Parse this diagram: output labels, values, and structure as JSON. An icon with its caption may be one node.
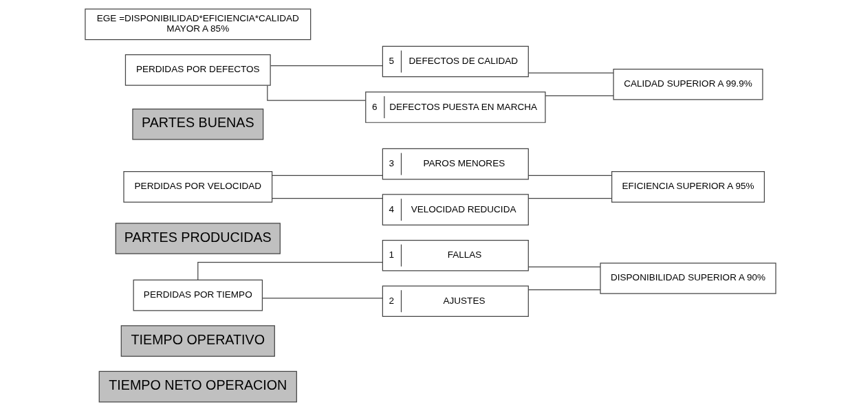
{
  "diagram": {
    "nodes": [
      {
        "text": [
          "TIEMPO NETO OPERACION"
        ]
      },
      {
        "text": [
          "TIEMPO OPERATIVO"
        ]
      },
      {
        "text": [
          "PERDIDAS POR TIEMPO"
        ]
      },
      {
        "text": [
          "PARTES PRODUCIDAS"
        ]
      },
      {
        "text": [
          "PERDIDAS POR VELOCIDAD"
        ]
      },
      {
        "text": [
          "PARTES BUENAS"
        ]
      },
      {
        "text": [
          "PERDIDAS POR DEFECTOS"
        ]
      },
      {
        "text": [
          "1",
          "FALLAS"
        ]
      },
      {
        "text": [
          "2",
          "AJUSTES"
        ]
      },
      {
        "text": [
          "3",
          "PAROS MENORES"
        ]
      },
      {
        "text": [
          "4",
          "VELOCIDAD REDUCIDA"
        ]
      },
      {
        "text": [
          "5",
          "DEFECTOS DE CALIDAD"
        ]
      },
      {
        "text": [
          "6",
          "DEFECTOS PUESTA EN MARCHA"
        ]
      },
      {
        "text": [
          "DISPONIBILIDAD SUPERIOR A 90%"
        ]
      },
      {
        "text": [
          "EFICIENCIA SUPERIOR A 95%"
        ]
      },
      {
        "text": [
          "CALIDAD SUPERIOR A 99.9%"
        ]
      },
      {
        "text": [
          "EGE =DISPONIBILIDAD*EFICIENCIA*CALIDAD",
          "MAYOR A 85%"
        ]
      }
    ],
    "edges": [
      {
        "from": 2,
        "to": 7,
        "arrow": "none"
      },
      {
        "from": 2,
        "to": 8,
        "arrow": "none"
      },
      {
        "from": 4,
        "to": 9,
        "arrow": "none"
      },
      {
        "from": 4,
        "to": 10,
        "arrow": "none"
      },
      {
        "from": 6,
        "to": 11,
        "arrow": "none"
      },
      {
        "from": 6,
        "to": 12,
        "arrow": "none"
      },
      {
        "from": 7,
        "to": 13,
        "arrow": "none"
      },
      {
        "from": 8,
        "to": 13,
        "arrow": "none"
      },
      {
        "from": 9,
        "to": 14,
        "arrow": "none"
      },
      {
        "from": 10,
        "to": 14,
        "arrow": "none"
      },
      {
        "from": 11,
        "to": 15,
        "arrow": "none"
      },
      {
        "from": 12,
        "to": 15,
        "arrow": "none"
      }
    ]
  }
}
